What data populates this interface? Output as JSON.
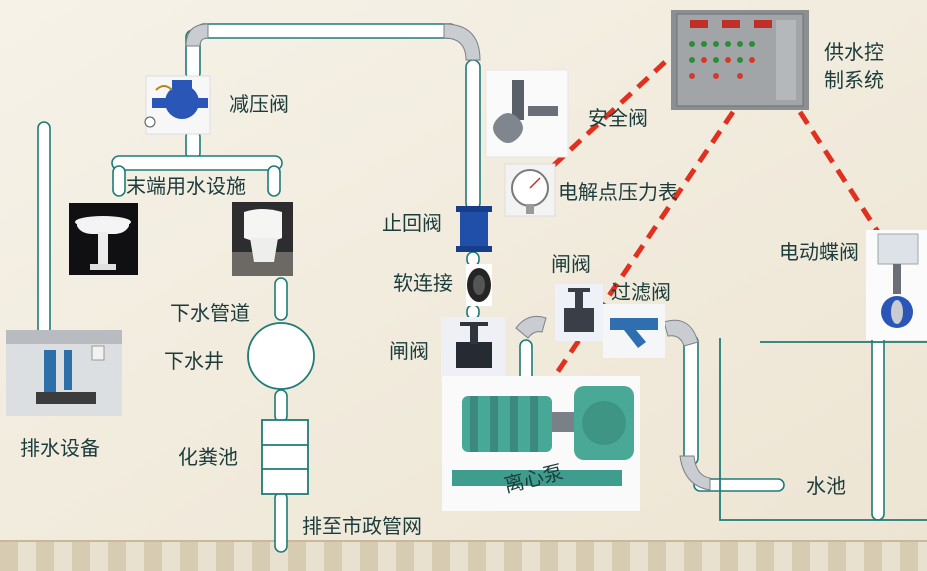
{
  "labels": {
    "pressure_reducing_valve": "减压阀",
    "terminal_facilities": "末端用水设施",
    "sewer_pipe": "下水管道",
    "manhole": "下水井",
    "septic_tank": "化粪池",
    "to_municipal": "排至市政管网",
    "drainage_equipment": "排水设备",
    "safety_valve": "安全阀",
    "contact_pressure_gauge": "电解点压力表",
    "check_valve": "止回阀",
    "flexible_joint": "软连接",
    "gate_valve_left": "闸阀",
    "gate_valve_top": "闸阀",
    "filter_valve": "过滤阀",
    "centrifugal_pump": "离心泵",
    "supply_control_line1": "供水控",
    "supply_control_line2": "制系统",
    "electric_butterfly_valve": "电动蝶阀",
    "water_tank": "水池"
  },
  "colors": {
    "pipe_stroke": "#1f7b78",
    "pipe_fill": "#ffffff",
    "control_line": "#e0301e",
    "label_text": "#1c3c3c"
  },
  "icons": {
    "prv": "pressure-reducing-valve-icon",
    "basin": "wash-basin-icon",
    "toilet": "toilet-icon",
    "drain_unit": "drainage-unit-icon",
    "safety_valve": "safety-valve-icon",
    "gauge": "pressure-gauge-icon",
    "check_valve": "check-valve-icon",
    "flex_joint": "flexible-joint-icon",
    "gate_valve": "gate-valve-icon",
    "filter": "y-filter-icon",
    "pump": "centrifugal-pump-icon",
    "control_cabinet": "control-cabinet-icon",
    "butterfly_valve": "butterfly-valve-icon"
  }
}
